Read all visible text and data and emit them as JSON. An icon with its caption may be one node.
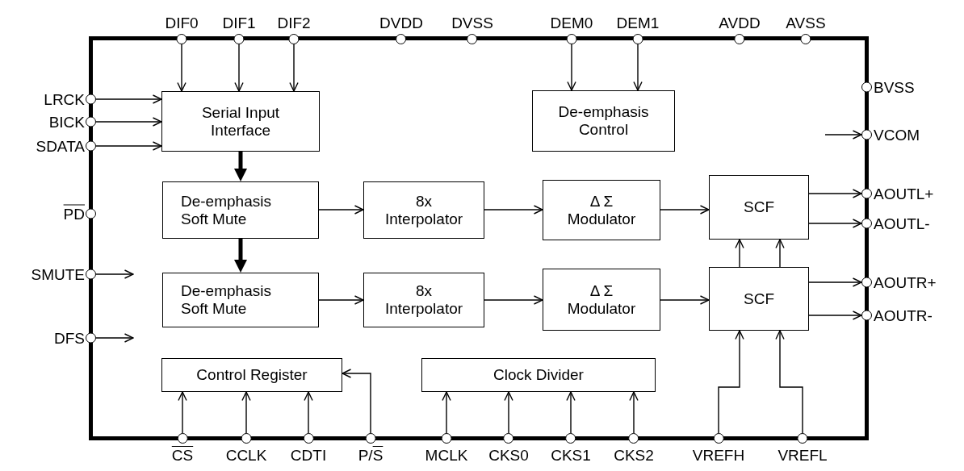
{
  "diagram": {
    "nodes": [
      {
        "text": [],
        "shape": "box"
      },
      {
        "text": [
          "DIF0"
        ]
      },
      {
        "text": [
          "DIF1"
        ]
      },
      {
        "text": [
          "DIF2"
        ]
      },
      {
        "text": [
          "DVDD"
        ]
      },
      {
        "text": [
          "DVSS"
        ]
      },
      {
        "text": [
          "DEM0"
        ]
      },
      {
        "text": [
          "DEM1"
        ]
      },
      {
        "text": [
          "AVDD"
        ]
      },
      {
        "text": [
          "AVSS"
        ]
      },
      {
        "text": [
          "LRCK"
        ]
      },
      {
        "text": [
          "BICK"
        ]
      },
      {
        "text": [
          "SDATA"
        ]
      },
      {
        "text": [
          "PD"
        ]
      },
      {
        "text": [
          "SMUTE"
        ]
      },
      {
        "text": [
          "DFS"
        ]
      },
      {
        "text": [
          "BVSS"
        ]
      },
      {
        "text": [
          "VCOM"
        ]
      },
      {
        "text": [
          "AOUTL+"
        ]
      },
      {
        "text": [
          "AOUTL-"
        ]
      },
      {
        "text": [
          "AOUTR+"
        ]
      },
      {
        "text": [
          "AOUTR-"
        ]
      },
      {
        "text": [
          "Serial Input Interface"
        ],
        "in": 0
      },
      {
        "text": [
          "De-emphasis Control"
        ],
        "in": 0
      },
      {
        "text": [
          "De-emphasis Soft Mute"
        ],
        "in": 0
      },
      {
        "text": [
          "8x Interpolator"
        ],
        "in": 0
      },
      {
        "text": [
          "Δ Σ Modulator"
        ],
        "in": 0
      },
      {
        "text": [
          "SCF"
        ],
        "in": 0
      },
      {
        "text": [
          "De-emphasis Soft Mute"
        ],
        "in": 0
      },
      {
        "text": [
          "8x Interpolator"
        ],
        "in": 0
      },
      {
        "text": [
          "Δ Σ Modulator"
        ],
        "in": 0
      },
      {
        "text": [
          "SCF"
        ],
        "in": 0
      },
      {
        "text": [
          "Control Register"
        ],
        "in": 0
      },
      {
        "text": [
          "Clock Divider"
        ],
        "in": 0
      },
      {
        "text": [
          "CS"
        ]
      },
      {
        "text": [
          "CCLK"
        ]
      },
      {
        "text": [
          "CDTI"
        ]
      },
      {
        "text": [
          "P/S"
        ]
      },
      {
        "text": [
          "MCLK"
        ]
      },
      {
        "text": [
          "CKS0"
        ]
      },
      {
        "text": [
          "CKS1"
        ]
      },
      {
        "text": [
          "CKS2"
        ]
      },
      {
        "text": [
          "VREFH"
        ]
      },
      {
        "text": [
          "VREFL"
        ]
      }
    ],
    "edges": [
      {
        "from": 1,
        "to": 22,
        "arrow": "to"
      },
      {
        "from": 2,
        "to": 22,
        "arrow": "to"
      },
      {
        "from": 3,
        "to": 22,
        "arrow": "to"
      },
      {
        "from": 6,
        "to": 23,
        "arrow": "to"
      },
      {
        "from": 7,
        "to": 23,
        "arrow": "to"
      },
      {
        "from": 10,
        "to": 22,
        "arrow": "to"
      },
      {
        "from": 11,
        "to": 22,
        "arrow": "to"
      },
      {
        "from": 12,
        "to": 22,
        "arrow": "to"
      },
      {
        "from": 22,
        "to": 24,
        "arrow": "to",
        "style": "thick"
      },
      {
        "from": 24,
        "to": 28,
        "arrow": "to",
        "style": "thick"
      },
      {
        "from": 24,
        "to": 25,
        "arrow": "to"
      },
      {
        "from": 25,
        "to": 26,
        "arrow": "to"
      },
      {
        "from": 26,
        "to": 27,
        "arrow": "to"
      },
      {
        "from": 28,
        "to": 29,
        "arrow": "to"
      },
      {
        "from": 29,
        "to": 30,
        "arrow": "to"
      },
      {
        "from": 30,
        "to": 31,
        "arrow": "to"
      },
      {
        "from": 27,
        "to": 18,
        "arrow": "to"
      },
      {
        "from": 27,
        "to": 19,
        "arrow": "to"
      },
      {
        "from": 31,
        "to": 20,
        "arrow": "to"
      },
      {
        "from": 31,
        "to": 21,
        "arrow": "to"
      },
      {
        "from": 31,
        "to": 27,
        "arrow": "to"
      },
      {
        "from": 31,
        "to": 27,
        "arrow": "to"
      },
      {
        "from": 14,
        "to": null,
        "arrow": "to"
      },
      {
        "from": 15,
        "to": null,
        "arrow": "to"
      },
      {
        "from": null,
        "to": 17,
        "arrow": "to"
      },
      {
        "from": 34,
        "to": 32,
        "arrow": "to"
      },
      {
        "from": 35,
        "to": 32,
        "arrow": "to"
      },
      {
        "from": 36,
        "to": 32,
        "arrow": "to"
      },
      {
        "from": 37,
        "to": 32,
        "arrow": "to"
      },
      {
        "from": 38,
        "to": 33,
        "arrow": "to"
      },
      {
        "from": 39,
        "to": 33,
        "arrow": "to"
      },
      {
        "from": 40,
        "to": 33,
        "arrow": "to"
      },
      {
        "from": 41,
        "to": 33,
        "arrow": "to"
      },
      {
        "from": 42,
        "to": 31,
        "arrow": "to"
      },
      {
        "from": 43,
        "to": 31,
        "arrow": "to"
      }
    ]
  }
}
